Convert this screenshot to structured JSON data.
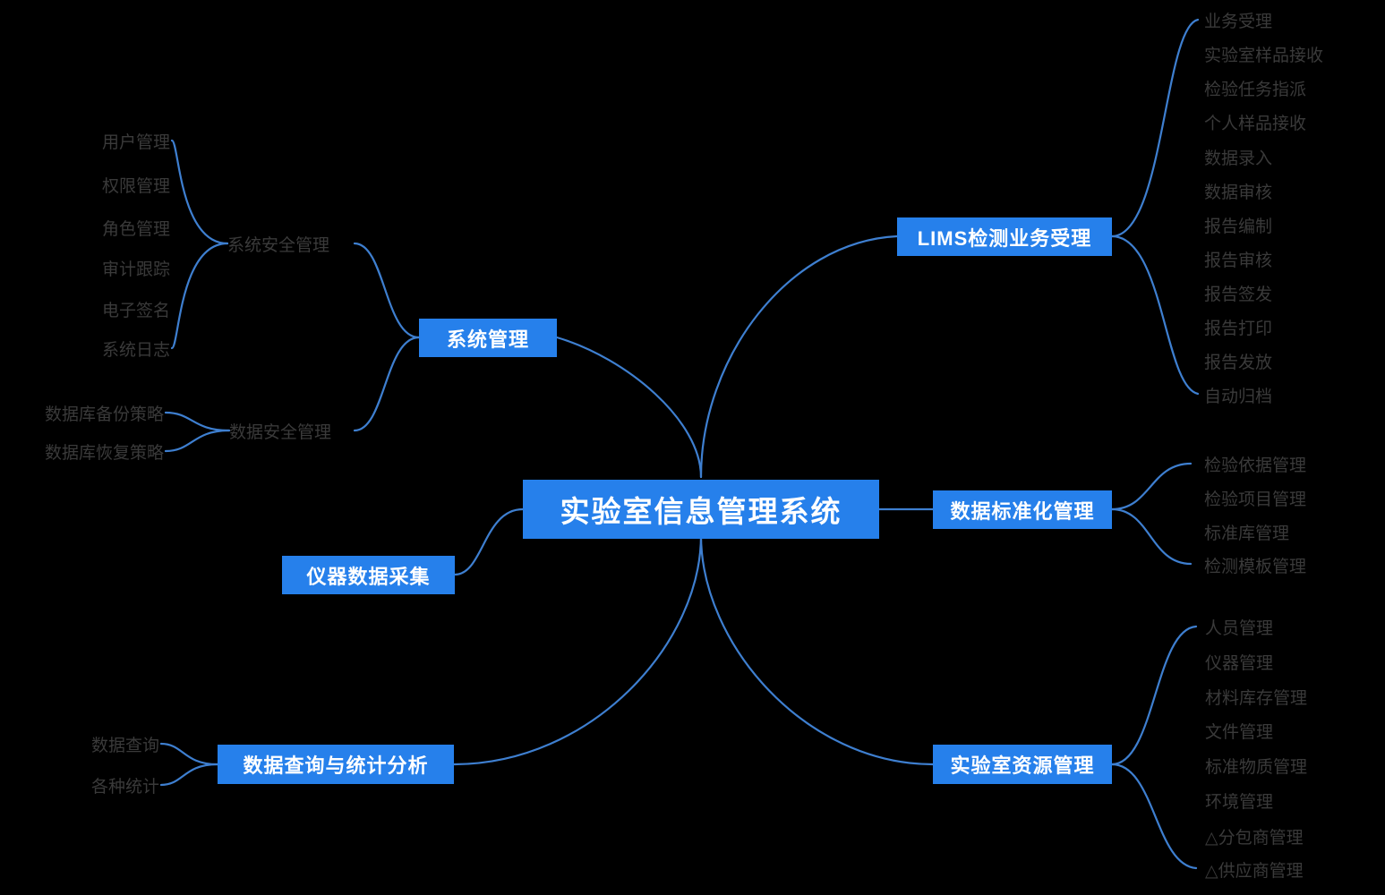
{
  "diagram": {
    "type": "mind-map",
    "title": "实验室信息管理系统",
    "colors": {
      "background": "#000000",
      "node_fill": "#2680EB",
      "node_text": "#ffffff",
      "leaf_text": "#3a3a3a",
      "connector": "#3E7FD0"
    }
  },
  "center": {
    "label": "实验室信息管理系统"
  },
  "branches": {
    "system_management": {
      "label": "系统管理",
      "children": [
        {
          "label": "系统安全管理",
          "items": [
            "用户管理",
            "权限管理",
            "角色管理",
            "审计跟踪",
            "电子签名",
            "系统日志"
          ]
        },
        {
          "label": "数据安全管理",
          "items": [
            "数据库备份策略",
            "数据库恢复策略"
          ]
        }
      ]
    },
    "instrument_data": {
      "label": "仪器数据采集",
      "items": []
    },
    "query_statistics": {
      "label": "数据查询与统计分析",
      "items": [
        "数据查询",
        "各种统计"
      ]
    },
    "lims_acceptance": {
      "label": "LIMS检测业务受理",
      "items": [
        "业务受理",
        "实验室样品接收",
        "检验任务指派",
        "个人样品接收",
        "数据录入",
        "数据审核",
        "报告编制",
        "报告审核",
        "报告签发",
        "报告打印",
        "报告发放",
        "自动归档"
      ]
    },
    "data_standardization": {
      "label": "数据标准化管理",
      "items": [
        "检验依据管理",
        "检验项目管理",
        "标准库管理",
        "检测模板管理"
      ]
    },
    "lab_resources": {
      "label": "实验室资源管理",
      "items": [
        "人员管理",
        "仪器管理",
        "材料库存管理",
        "文件管理",
        "标准物质管理",
        "环境管理",
        "△分包商管理",
        "△供应商管理"
      ]
    }
  }
}
